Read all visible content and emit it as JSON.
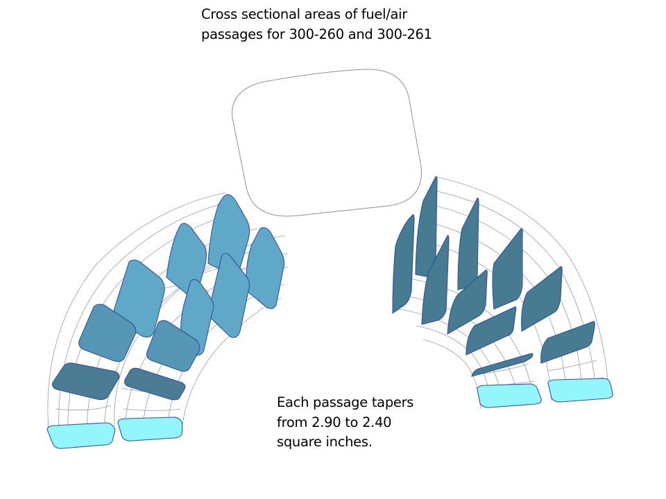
{
  "title": {
    "line1": "Cross sectional areas of fuel/air",
    "line2": "passages for 300-260 and 300-261"
  },
  "note": {
    "line1": "Each passage tapers",
    "line2": "from 2.90 to 2.40",
    "line3": "square inches."
  },
  "diagram": {
    "central_outline": "rounded-rectangle-outline",
    "left_assembly": {
      "part": "300-260",
      "passages": 2,
      "sections_per_passage": 5
    },
    "right_assembly": {
      "part": "300-261",
      "passages": 2,
      "sections_per_passage": 5
    },
    "colors": {
      "section_light": "#5fa8c8",
      "section_mid": "#5596b4",
      "section_dark": "#4a7d94",
      "right_sections": "#467b92",
      "outlet": "#93f6fb",
      "wireframe": "#8c8cb4",
      "edge": "#3050a0"
    },
    "area_range": {
      "from": "2.90",
      "to": "2.40",
      "units": "square inches"
    }
  }
}
